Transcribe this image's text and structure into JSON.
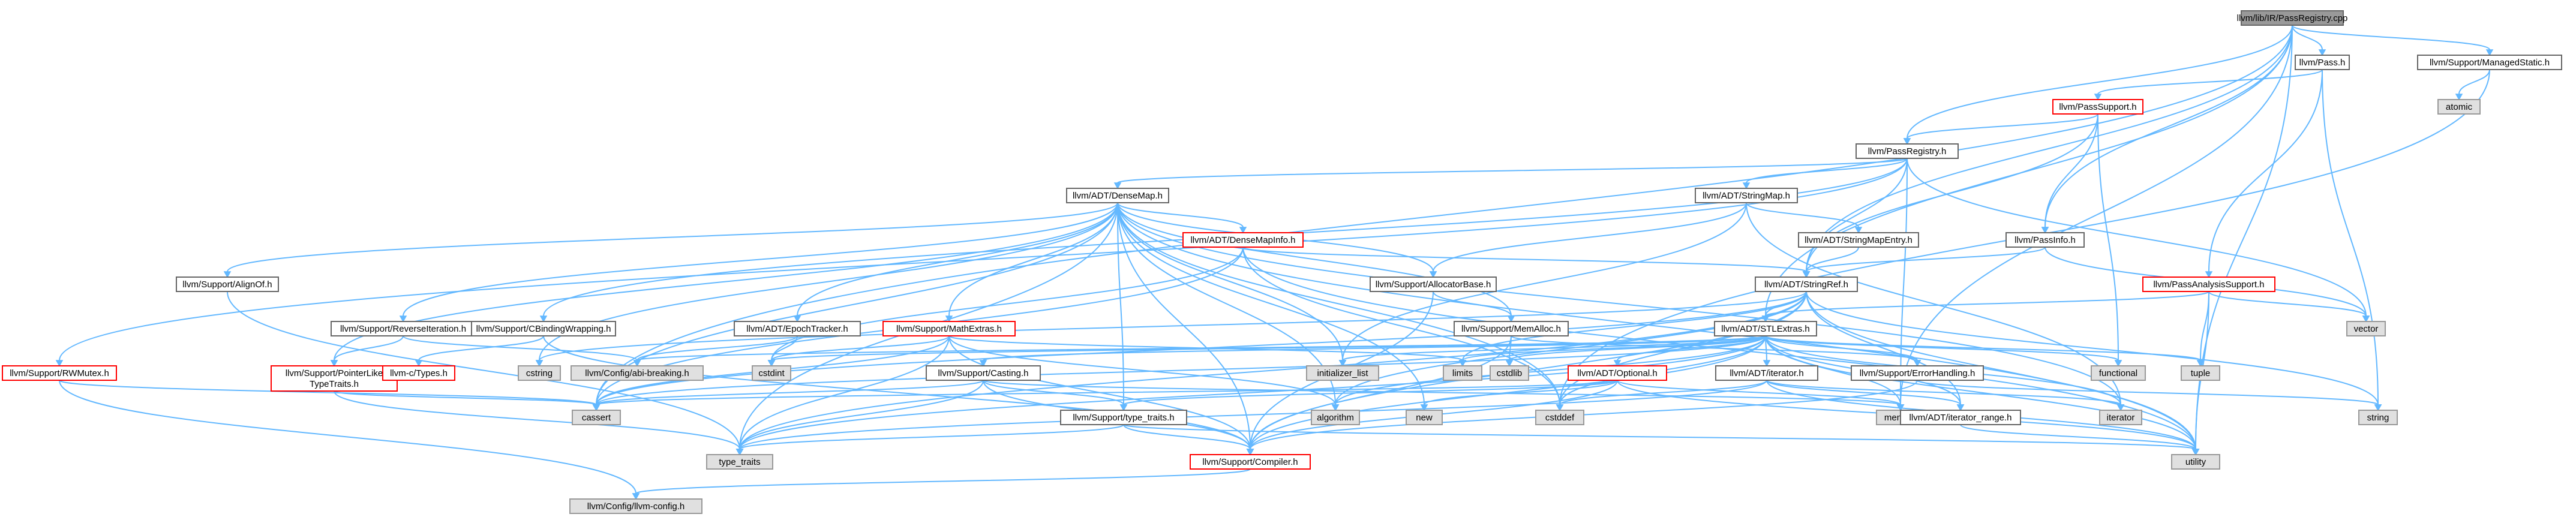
{
  "colors": {
    "edge": "#63b8ff",
    "root_fill": "#999999",
    "root_stroke": "#666666",
    "normal_fill": "#ffffff",
    "normal_stroke": "#666666",
    "missing_fill": "#ffffff",
    "missing_stroke": "#ff0000",
    "system_fill": "#e0e0e0",
    "system_stroke": "#999999"
  },
  "nodes": [
    {
      "id": "root",
      "label": "llvm/lib/IR/PassRegistry.cpp",
      "kind": "root"
    },
    {
      "id": "pass_h",
      "label": "llvm/Pass.h",
      "kind": "normal"
    },
    {
      "id": "managedstatic",
      "label": "llvm/Support/ManagedStatic.h",
      "kind": "normal"
    },
    {
      "id": "atomic",
      "label": "atomic",
      "kind": "system"
    },
    {
      "id": "passsupport",
      "label": "llvm/PassSupport.h",
      "kind": "missing"
    },
    {
      "id": "passregistry_h",
      "label": "llvm/PassRegistry.h",
      "kind": "normal"
    },
    {
      "id": "densemap",
      "label": "llvm/ADT/DenseMap.h",
      "kind": "normal"
    },
    {
      "id": "stringmap",
      "label": "llvm/ADT/StringMap.h",
      "kind": "normal"
    },
    {
      "id": "stringmapentry",
      "label": "llvm/ADT/StringMapEntry.h",
      "kind": "normal"
    },
    {
      "id": "passinfo",
      "label": "llvm/PassInfo.h",
      "kind": "normal"
    },
    {
      "id": "densemapinfo",
      "label": "llvm/ADT/DenseMapInfo.h",
      "kind": "missing"
    },
    {
      "id": "alignof",
      "label": "llvm/Support/AlignOf.h",
      "kind": "normal"
    },
    {
      "id": "allocatorbase",
      "label": "llvm/Support/AllocatorBase.h",
      "kind": "normal"
    },
    {
      "id": "stringref",
      "label": "llvm/ADT/StringRef.h",
      "kind": "normal"
    },
    {
      "id": "passanalysissupport",
      "label": "llvm/PassAnalysisSupport.h",
      "kind": "missing"
    },
    {
      "id": "vector",
      "label": "vector",
      "kind": "system"
    },
    {
      "id": "reverseiteration",
      "label": "llvm/Support/ReverseIteration.h",
      "kind": "normal"
    },
    {
      "id": "cbindingwrapping",
      "label": "llvm/Support/CBindingWrapping.h",
      "kind": "normal"
    },
    {
      "id": "epochtracker",
      "label": "llvm/ADT/EpochTracker.h",
      "kind": "normal"
    },
    {
      "id": "mathextras",
      "label": "llvm/Support/MathExtras.h",
      "kind": "missing"
    },
    {
      "id": "memalloc",
      "label": "llvm/Support/MemAlloc.h",
      "kind": "normal"
    },
    {
      "id": "stlextras",
      "label": "llvm/ADT/STLExtras.h",
      "kind": "normal"
    },
    {
      "id": "rwmutex",
      "label": "llvm/Support/RWMutex.h",
      "kind": "missing"
    },
    {
      "id": "pointerlike",
      "label": "llvm/Support/PointerLike\nTypeTraits.h",
      "kind": "missing"
    },
    {
      "id": "ctypes",
      "label": "llvm-c/Types.h",
      "kind": "missing"
    },
    {
      "id": "cstring",
      "label": "cstring",
      "kind": "system"
    },
    {
      "id": "abibreaking",
      "label": "llvm/Config/abi-breaking.h",
      "kind": "system"
    },
    {
      "id": "cstdint",
      "label": "cstdint",
      "kind": "system"
    },
    {
      "id": "casting",
      "label": "llvm/Support/Casting.h",
      "kind": "normal"
    },
    {
      "id": "initializer_list",
      "label": "initializer_list",
      "kind": "system"
    },
    {
      "id": "limits",
      "label": "limits",
      "kind": "system"
    },
    {
      "id": "cstdlib",
      "label": "cstdlib",
      "kind": "system"
    },
    {
      "id": "optional",
      "label": "llvm/ADT/Optional.h",
      "kind": "missing"
    },
    {
      "id": "adt_iterator",
      "label": "llvm/ADT/iterator.h",
      "kind": "normal"
    },
    {
      "id": "errorhandling",
      "label": "llvm/Support/ErrorHandling.h",
      "kind": "normal"
    },
    {
      "id": "functional",
      "label": "functional",
      "kind": "system"
    },
    {
      "id": "tuple",
      "label": "tuple",
      "kind": "system"
    },
    {
      "id": "cassert",
      "label": "cassert",
      "kind": "system"
    },
    {
      "id": "typetraits_h",
      "label": "llvm/Support/type_traits.h",
      "kind": "normal"
    },
    {
      "id": "algorithm",
      "label": "algorithm",
      "kind": "system"
    },
    {
      "id": "new",
      "label": "new",
      "kind": "system"
    },
    {
      "id": "cstddef",
      "label": "cstddef",
      "kind": "system"
    },
    {
      "id": "memory",
      "label": "memory",
      "kind": "system"
    },
    {
      "id": "iterator_range",
      "label": "llvm/ADT/iterator_range.h",
      "kind": "normal"
    },
    {
      "id": "iterator",
      "label": "iterator",
      "kind": "system"
    },
    {
      "id": "string",
      "label": "string",
      "kind": "system"
    },
    {
      "id": "type_traits",
      "label": "type_traits",
      "kind": "system"
    },
    {
      "id": "compiler",
      "label": "llvm/Support/Compiler.h",
      "kind": "missing"
    },
    {
      "id": "utility",
      "label": "utility",
      "kind": "system"
    },
    {
      "id": "llvmconfig",
      "label": "llvm/Config/llvm-config.h",
      "kind": "system"
    }
  ],
  "edges": [
    [
      "root",
      "pass_h"
    ],
    [
      "root",
      "managedstatic"
    ],
    [
      "root",
      "passregistry_h"
    ],
    [
      "root",
      "passinfo"
    ],
    [
      "root",
      "stlextras"
    ],
    [
      "root",
      "stringref"
    ],
    [
      "root",
      "cassert"
    ],
    [
      "root",
      "memory"
    ],
    [
      "root",
      "utility"
    ],
    [
      "pass_h",
      "passsupport"
    ],
    [
      "pass_h",
      "passanalysissupport"
    ],
    [
      "pass_h",
      "string"
    ],
    [
      "managedstatic",
      "atomic"
    ],
    [
      "managedstatic",
      "cstddef"
    ],
    [
      "passsupport",
      "passregistry_h"
    ],
    [
      "passsupport",
      "passinfo"
    ],
    [
      "passsupport",
      "stringref"
    ],
    [
      "passsupport",
      "functional"
    ],
    [
      "passregistry_h",
      "densemap"
    ],
    [
      "passregistry_h",
      "stringmap"
    ],
    [
      "passregistry_h",
      "stringref"
    ],
    [
      "passregistry_h",
      "rwmutex"
    ],
    [
      "passregistry_h",
      "cbindingwrapping"
    ],
    [
      "passregistry_h",
      "memory"
    ],
    [
      "passregistry_h",
      "vector"
    ],
    [
      "densemap",
      "densemapinfo"
    ],
    [
      "densemap",
      "epochtracker"
    ],
    [
      "densemap",
      "alignof"
    ],
    [
      "densemap",
      "compiler"
    ],
    [
      "densemap",
      "mathextras"
    ],
    [
      "densemap",
      "memalloc"
    ],
    [
      "densemap",
      "reverseiteration"
    ],
    [
      "densemap",
      "typetraits_h"
    ],
    [
      "densemap",
      "algorithm"
    ],
    [
      "densemap",
      "cassert"
    ],
    [
      "densemap",
      "cstddef"
    ],
    [
      "densemap",
      "cstring"
    ],
    [
      "densemap",
      "initializer_list"
    ],
    [
      "densemap",
      "iterator"
    ],
    [
      "densemap",
      "new"
    ],
    [
      "densemap",
      "type_traits"
    ],
    [
      "densemap",
      "utility"
    ],
    [
      "densemap",
      "pointerlike"
    ],
    [
      "densemap",
      "allocatorbase"
    ],
    [
      "stringmap",
      "stringmapentry"
    ],
    [
      "stringmap",
      "allocatorbase"
    ],
    [
      "stringmap",
      "initializer_list"
    ],
    [
      "stringmap",
      "iterator"
    ],
    [
      "stringmapentry",
      "stringref"
    ],
    [
      "passinfo",
      "stringref"
    ],
    [
      "passinfo",
      "vector"
    ],
    [
      "densemapinfo",
      "stringref"
    ],
    [
      "densemapinfo",
      "cassert"
    ],
    [
      "densemapinfo",
      "cstddef"
    ],
    [
      "densemapinfo",
      "cstdint"
    ],
    [
      "densemapinfo",
      "utility"
    ],
    [
      "alignof",
      "type_traits"
    ],
    [
      "allocatorbase",
      "compiler"
    ],
    [
      "allocatorbase",
      "memalloc"
    ],
    [
      "stringref",
      "stlextras"
    ],
    [
      "stringref",
      "compiler"
    ],
    [
      "stringref",
      "algorithm"
    ],
    [
      "stringref",
      "cassert"
    ],
    [
      "stringref",
      "cstddef"
    ],
    [
      "stringref",
      "cstring"
    ],
    [
      "stringref",
      "limits"
    ],
    [
      "stringref",
      "string"
    ],
    [
      "stringref",
      "type_traits"
    ],
    [
      "stringref",
      "utility"
    ],
    [
      "stringref",
      "iterator_range"
    ],
    [
      "passanalysissupport",
      "vector"
    ],
    [
      "passanalysissupport",
      "stlextras"
    ],
    [
      "passanalysissupport",
      "tuple"
    ],
    [
      "passanalysissupport",
      "utility"
    ],
    [
      "reverseiteration",
      "abibreaking"
    ],
    [
      "reverseiteration",
      "pointerlike"
    ],
    [
      "cbindingwrapping",
      "ctypes"
    ],
    [
      "cbindingwrapping",
      "compiler"
    ],
    [
      "epochtracker",
      "abibreaking"
    ],
    [
      "epochtracker",
      "cstdint"
    ],
    [
      "mathextras",
      "compiler"
    ],
    [
      "mathextras",
      "cassert"
    ],
    [
      "mathextras",
      "climits"
    ],
    [
      "mathextras",
      "cstdint"
    ],
    [
      "mathextras",
      "algorithm"
    ],
    [
      "mathextras",
      "limits"
    ],
    [
      "mathextras",
      "type_traits"
    ],
    [
      "memalloc",
      "compiler"
    ],
    [
      "memalloc",
      "errorhandling"
    ],
    [
      "memalloc",
      "cstdlib"
    ],
    [
      "stlextras",
      "optional"
    ],
    [
      "stlextras",
      "adt_iterator"
    ],
    [
      "stlextras",
      "iterator_range"
    ],
    [
      "stlextras",
      "compiler"
    ],
    [
      "stlextras",
      "errorhandling"
    ],
    [
      "stlextras",
      "algorithm"
    ],
    [
      "stlextras",
      "cassert"
    ],
    [
      "stlextras",
      "cstddef"
    ],
    [
      "stlextras",
      "cstdint"
    ],
    [
      "stlextras",
      "cstdlib"
    ],
    [
      "stlextras",
      "functional"
    ],
    [
      "stlextras",
      "initializer_list"
    ],
    [
      "stlextras",
      "iterator"
    ],
    [
      "stlextras",
      "limits"
    ],
    [
      "stlextras",
      "memory"
    ],
    [
      "stlextras",
      "tuple"
    ],
    [
      "stlextras",
      "type_traits"
    ],
    [
      "stlextras",
      "utility"
    ],
    [
      "stlextras",
      "casting"
    ],
    [
      "stlextras",
      "abibreaking"
    ],
    [
      "rwmutex",
      "llvmconfig"
    ],
    [
      "rwmutex",
      "cassert"
    ],
    [
      "pointerlike",
      "cassert"
    ],
    [
      "pointerlike",
      "type_traits"
    ],
    [
      "casting",
      "compiler"
    ],
    [
      "casting",
      "typetraits_h"
    ],
    [
      "casting",
      "cassert"
    ],
    [
      "casting",
      "memory"
    ],
    [
      "casting",
      "type_traits"
    ],
    [
      "optional",
      "compiler"
    ],
    [
      "optional",
      "typetraits_h"
    ],
    [
      "optional",
      "cassert"
    ],
    [
      "optional",
      "memory"
    ],
    [
      "optional",
      "new"
    ],
    [
      "optional",
      "utility"
    ],
    [
      "adt_iterator",
      "iterator_range"
    ],
    [
      "adt_iterator",
      "cstddef"
    ],
    [
      "adt_iterator",
      "iterator"
    ],
    [
      "adt_iterator",
      "type_traits"
    ],
    [
      "adt_iterator",
      "utility"
    ],
    [
      "errorhandling",
      "compiler"
    ],
    [
      "errorhandling",
      "string"
    ],
    [
      "typetraits_h",
      "compiler"
    ],
    [
      "typetraits_h",
      "type_traits"
    ],
    [
      "typetraits_h",
      "utility"
    ],
    [
      "iterator_range",
      "utility"
    ],
    [
      "compiler",
      "llvmconfig"
    ]
  ]
}
